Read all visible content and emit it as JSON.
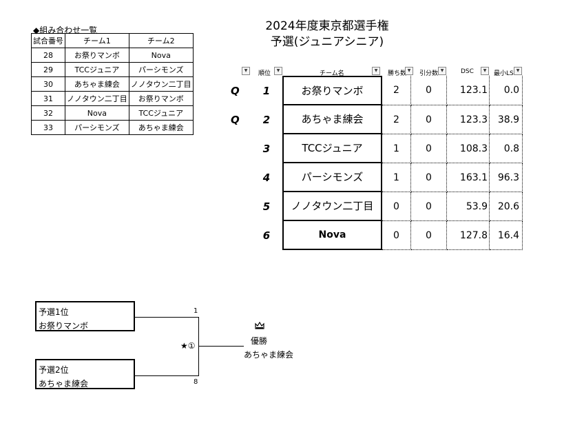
{
  "title": "2024年度東京都選手権",
  "subtitle": "予選(ジュニアシニア)",
  "matchups": {
    "heading": "◆組み合わせ一覧",
    "headers": [
      "試合番号",
      "チーム1",
      "チーム2"
    ],
    "rows": [
      [
        "28",
        "お祭りマンボ",
        "Nova"
      ],
      [
        "29",
        "TCCジュニア",
        "パーシモンズ"
      ],
      [
        "30",
        "あちゃま練会",
        "ノノタウン二丁目"
      ],
      [
        "31",
        "ノノタウン二丁目",
        "お祭りマンボ"
      ],
      [
        "32",
        "Nova",
        "TCCジュニア"
      ],
      [
        "33",
        "パーシモンズ",
        "あちゃま練会"
      ]
    ]
  },
  "standings": {
    "headers": {
      "rank": "順位",
      "team": "チーム名",
      "wins": "勝ち数",
      "draws": "引分数",
      "dsc": "DSC",
      "min_ls": "最小LS"
    },
    "dropdown_icon": "dropdown-arrow",
    "rows": [
      {
        "qual": "Q",
        "rank": "1",
        "team": "お祭りマンボ",
        "wins": "2",
        "draws": "0",
        "dsc": "123.1",
        "min_ls": "0.0"
      },
      {
        "qual": "Q",
        "rank": "2",
        "team": "あちゃま練会",
        "wins": "2",
        "draws": "0",
        "dsc": "123.3",
        "min_ls": "38.9"
      },
      {
        "qual": "",
        "rank": "3",
        "team": "TCCジュニア",
        "wins": "1",
        "draws": "0",
        "dsc": "108.3",
        "min_ls": "0.8"
      },
      {
        "qual": "",
        "rank": "4",
        "team": "パーシモンズ",
        "wins": "1",
        "draws": "0",
        "dsc": "163.1",
        "min_ls": "96.3"
      },
      {
        "qual": "",
        "rank": "5",
        "team": "ノノタウン二丁目",
        "wins": "0",
        "draws": "0",
        "dsc": "53.9",
        "min_ls": "20.6"
      },
      {
        "qual": "",
        "rank": "6",
        "team": "Nova",
        "wins": "0",
        "draws": "0",
        "dsc": "127.8",
        "min_ls": "16.4"
      }
    ]
  },
  "bracket": {
    "slot1_label": "予選1位",
    "slot1_team": "お祭りマンボ",
    "slot1_number": "1",
    "slot2_label": "予選2位",
    "slot2_team": "あちゃま練会",
    "slot2_number": "8",
    "match_marker": "★①",
    "winner_icon": "crown-icon",
    "winner_label": "優勝",
    "winner_team": "あちゃま練会"
  }
}
